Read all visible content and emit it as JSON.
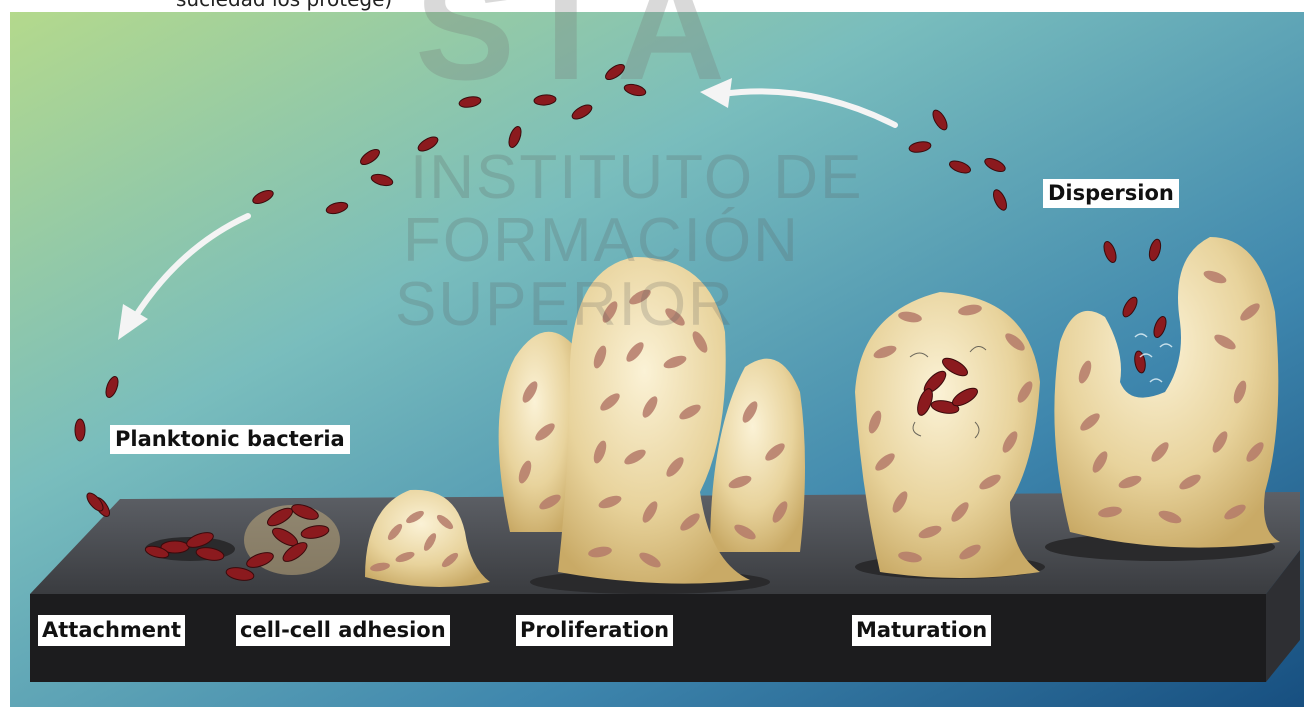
{
  "caption_top": "suciedad los protege)",
  "watermark": {
    "letters": "SIA",
    "line1": "INSTITUTO DE",
    "line2": "FORMACIÓN",
    "line3": "SUPERIOR"
  },
  "labels": {
    "dispersion": "Dispersion",
    "planktonic": "Planktonic bacteria"
  },
  "stages": [
    "Attachment",
    "cell-cell adhesion",
    "Proliferation",
    "Maturation"
  ],
  "colors": {
    "bg_top_left": "#a8cf86",
    "bg_mid": "#6fb3c4",
    "bg_bottom_right": "#1d5a8a",
    "platform_top": "#4a4d52",
    "platform_side": "#1c1c1e",
    "biofilm": "#e9d6a2",
    "bacteria": "#8b1a1e"
  }
}
